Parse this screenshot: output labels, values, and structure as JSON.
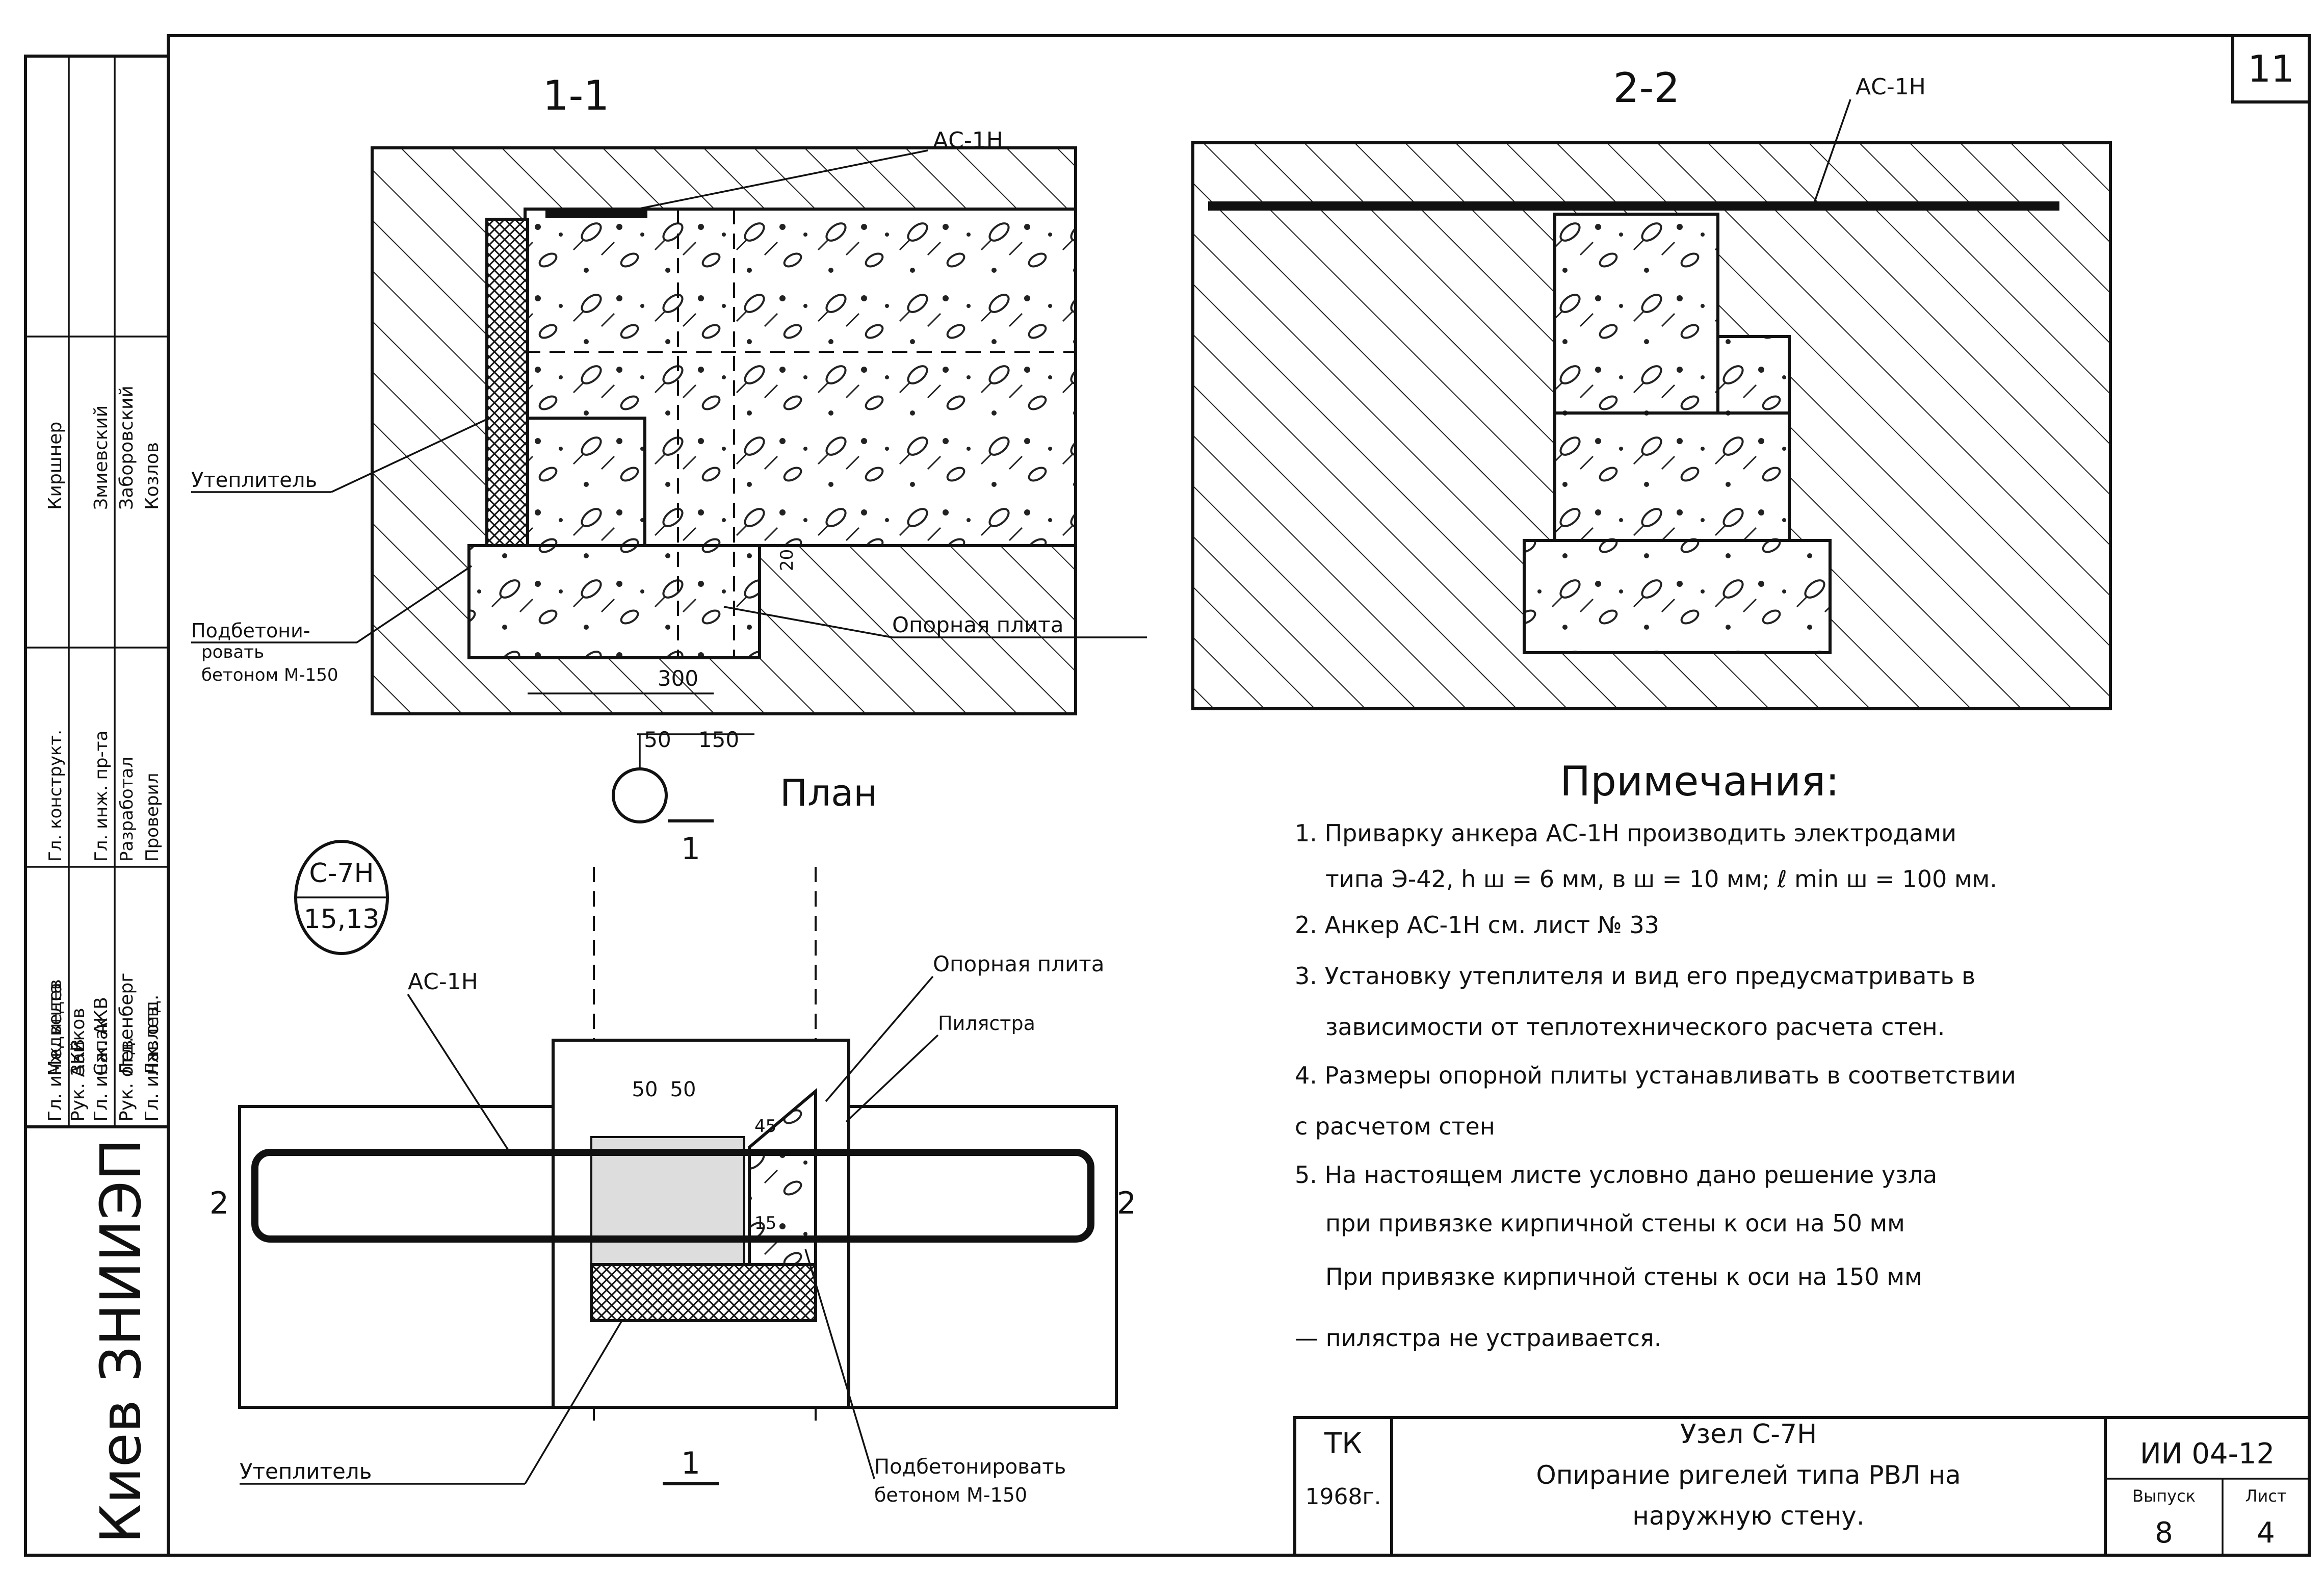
{
  "sheet_number": "11",
  "section_1": {
    "label": "1-1",
    "anchor_label": "АС-1Н",
    "insulation_label": "Утеплитель",
    "grout_label_1": "Подбетони-",
    "grout_label_2": "ровать",
    "grout_label_3": "бетоном М-150",
    "plate_label": "Опорная плита",
    "dim_300": "300",
    "dim_50": "50",
    "dim_150": "150",
    "dim_20": "20"
  },
  "section_2": {
    "label": "2-2",
    "anchor_label": "АС-1Н"
  },
  "plan": {
    "label": "План",
    "node_code": "С-7Н",
    "node_refs": "15,13",
    "anchor_label": "АС-1Н",
    "plate_label": "Опорная плита",
    "pilaster_label": "Пилястра",
    "insulation_label": "Утеплитель",
    "grout_label_1": "Подбетонировать",
    "grout_label_2": "бетоном М-150",
    "dim_50a": "50",
    "dim_50b": "50",
    "dim_45": "45",
    "dim_15": "15",
    "cut_1_top": "1",
    "cut_1_bottom": "1",
    "cut_2_left": "2",
    "cut_2_right": "2"
  },
  "notes": {
    "title": "Примечания:",
    "lines": [
      "1. Приварку анкера АС-1Н производить электродами",
      "типа Э-42, h ш = 6 мм, в ш = 10 мм; ℓ min ш = 100 мм.",
      "2. Анкер АС-1Н см. лист № 33",
      "3. Установку утеплителя и вид его предусматривать в",
      "зависимости от теплотехнического расчета стен.",
      "4. Размеры опорной плиты устанавливать в соответствии",
      "с расчетом стен",
      "5. На настоящем листе условно дано решение узла",
      "при привязке кирпичной стены к оси на 50 мм",
      "При привязке кирпичной стены к оси на 150 мм",
      "— пилястра не устраивается."
    ]
  },
  "stamp": {
    "org": "Киев ЗНИИЭП",
    "roles": [
      "Гл. инж. ин-та",
      "Рук. АКВ",
      "Гл. инж. АКВ",
      "Рук. отд.",
      "Гл. инж. отд.",
      "Гл. конструкт.",
      "Гл. инж. пр-та",
      "Разработал",
      "Проверил"
    ],
    "names": [
      "Медведев",
      "Зайков",
      "Сапак",
      "Левенберг",
      "Лавлев",
      "Киршнер",
      "Змиевский",
      "Заборовский",
      "Козлов"
    ]
  },
  "title_block": {
    "series": "ТК",
    "year": "1968г.",
    "title_1": "Узел С-7Н",
    "title_2": "Опирание ригелей типа РВЛ на",
    "title_3": "наружную стену.",
    "doc_code": "ИИ 04-12",
    "issue_label": "Выпуск",
    "issue": "8",
    "sheet_label": "Лист",
    "sheet": "4"
  }
}
